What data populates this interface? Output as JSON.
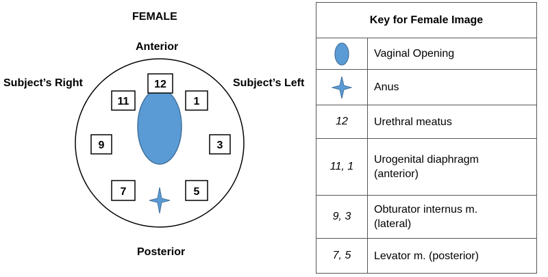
{
  "diagram": {
    "title": "FEMALE",
    "anterior": "Anterior",
    "posterior": "Posterior",
    "subject_right": "Subject’s Right",
    "subject_left": "Subject’s Left",
    "positions": {
      "p12": "12",
      "p11": "11",
      "p1": "1",
      "p9": "9",
      "p3": "3",
      "p7": "7",
      "p5": "5"
    },
    "colors": {
      "fill": "#5b9bd5",
      "stroke": "#41719c"
    }
  },
  "key": {
    "title": "Key for Female Image",
    "rows": [
      {
        "symbol_icon": "blue-oval-icon",
        "symbol": "",
        "description": "Vaginal Opening"
      },
      {
        "symbol_icon": "four-point-star-icon",
        "symbol": "",
        "description": "Anus"
      },
      {
        "symbol": "12",
        "description": "Urethral meatus"
      },
      {
        "symbol": "11, 1",
        "description": "Urogenital diaphragm (anterior)"
      },
      {
        "symbol": "9, 3",
        "description": "Obturator internus m. (lateral)"
      },
      {
        "symbol": "7, 5",
        "description": "Levator m. (posterior)"
      }
    ]
  }
}
